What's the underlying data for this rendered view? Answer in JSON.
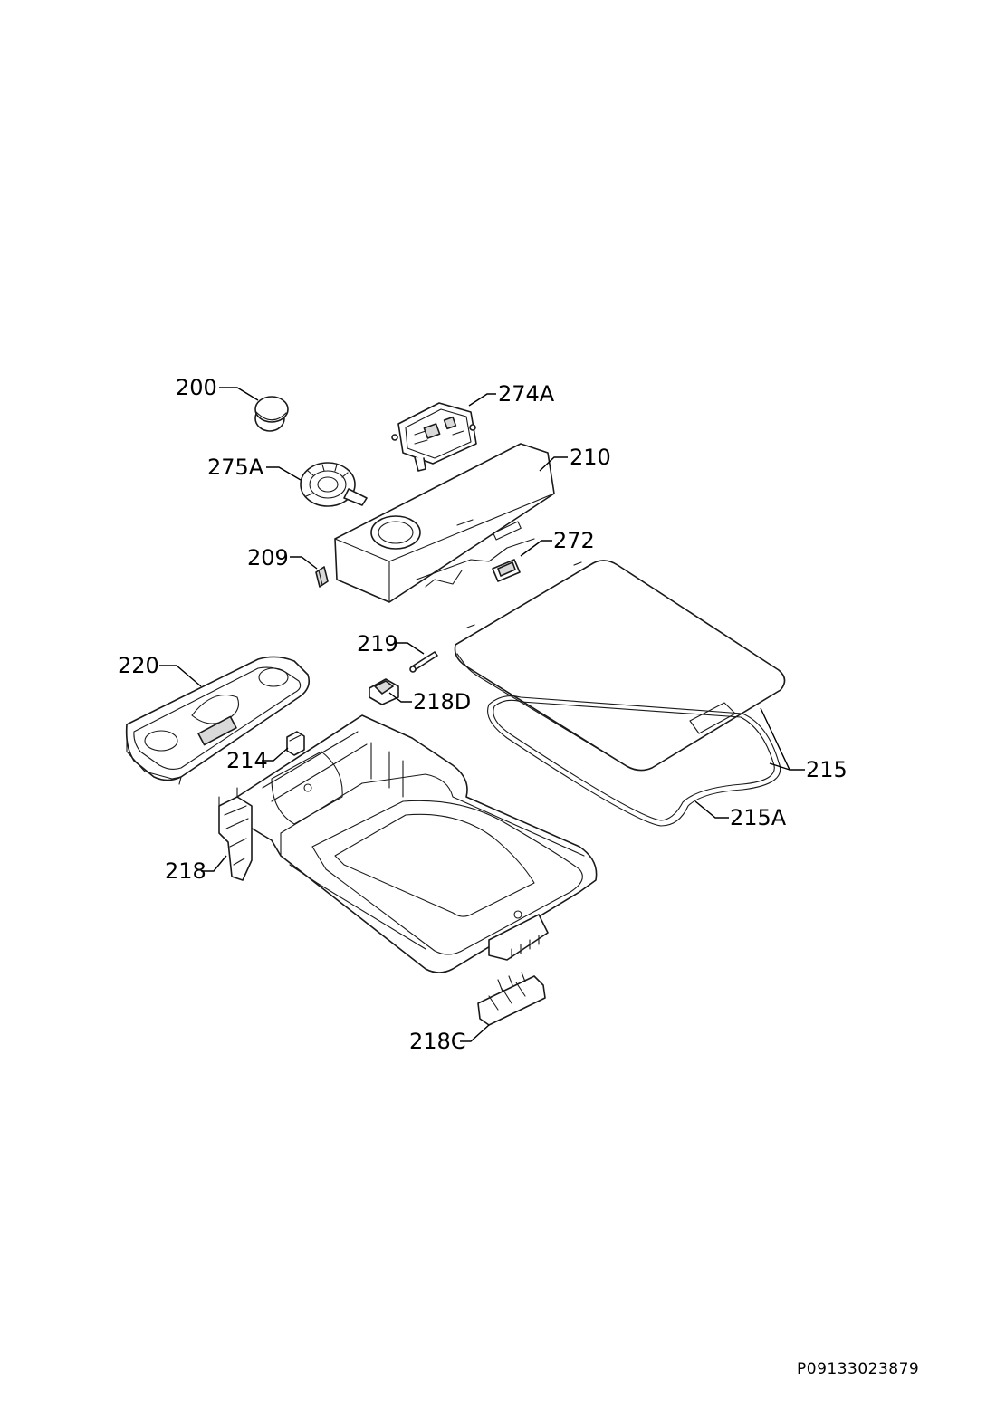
{
  "diagram": {
    "callouts": {
      "c200": "200",
      "c274A": "274A",
      "c275A": "275A",
      "c210": "210",
      "c209": "209",
      "c272": "272",
      "c219": "219",
      "c220": "220",
      "c218D": "218D",
      "c214": "214",
      "c215": "215",
      "c215A": "215A",
      "c218": "218",
      "c218C": "218C"
    },
    "document_id": "P09133023879"
  }
}
